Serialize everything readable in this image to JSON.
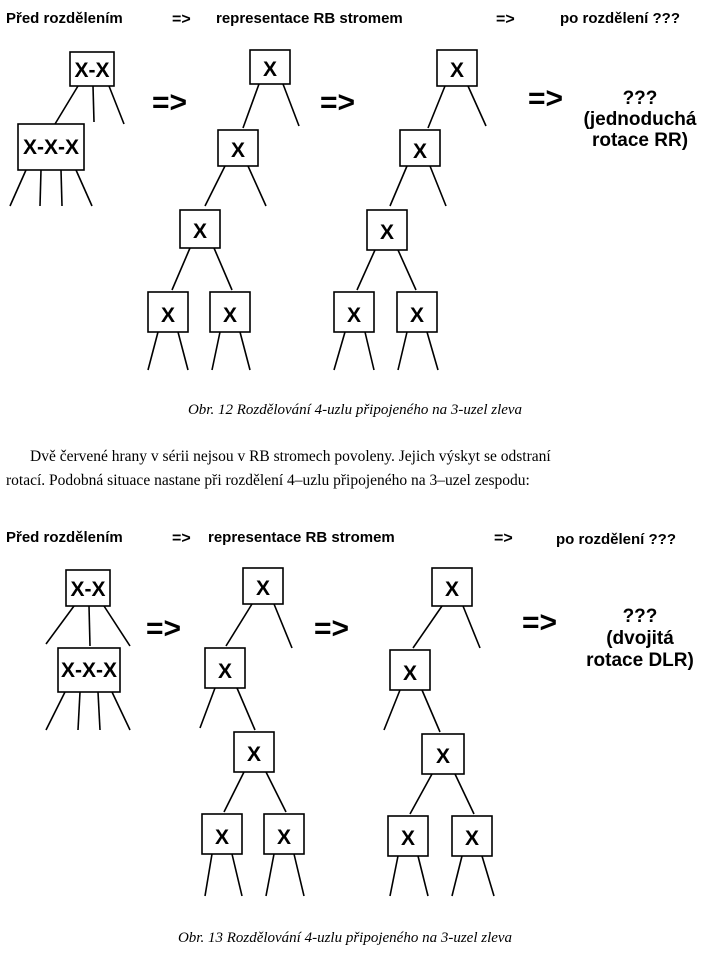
{
  "fig1": {
    "hdr_before": "Před rozdělením",
    "arrow_a": "=>",
    "hdr_repr": "representace RB stromem",
    "arrow_b": "=>",
    "hdr_after": "po rozdělení ???",
    "node_top": "X-X",
    "node_four": "X-X-X",
    "node_x": "X",
    "big_arrow": "=>",
    "note": [
      "???",
      "(jednoduchá",
      "rotace RR)"
    ],
    "caption": "Obr. 12  Rozdělování 4-uzlu připojeného na 3-uzel zleva"
  },
  "paragraph": [
    "Dvě červené hrany v sérii nejsou v RB stromech povoleny. Jejich výskyt se odstraní",
    "rotací. Podobná situace nastane při rozdělení 4–uzlu připojeného na 3–uzel zespodu:"
  ],
  "fig2": {
    "hdr_before": "Před rozdělením",
    "arrow_a": "=>",
    "hdr_repr": "representace RB stromem",
    "arrow_b": "=>",
    "hdr_after": "po rozdělení ???",
    "node_top": "X-X",
    "node_four": "X-X-X",
    "node_x": "X",
    "big_arrow": "=>",
    "note": [
      "???",
      "(dvojitá",
      "rotace DLR)"
    ],
    "caption": "Obr. 13  Rozdělování 4-uzlu připojeného na 3-uzel zleva"
  }
}
